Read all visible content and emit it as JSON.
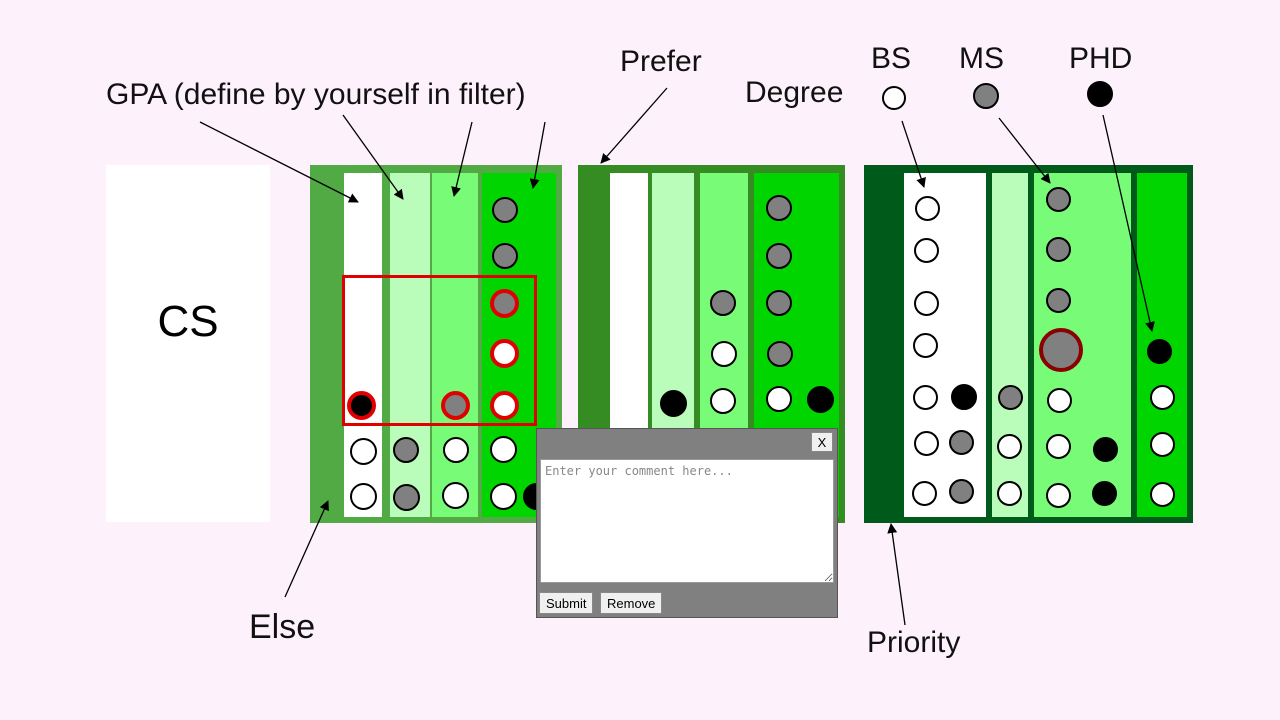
{
  "labels": {
    "gpa": "GPA  (define by yourself in filter)",
    "prefer": "Prefer",
    "degree": "Degree",
    "bs": "BS",
    "ms": "MS",
    "phd": "PHD",
    "else": "Else",
    "priority": "Priority",
    "cs": "CS"
  },
  "popup": {
    "close_label": "X",
    "placeholder": "Enter your comment here...",
    "submit_label": "Submit",
    "remove_label": "Remove"
  },
  "colors": {
    "background": "#fdf2fc",
    "else_panel": "#52aa45",
    "prefer_panel": "#358c22",
    "priority_panel": "#005a1a",
    "gpa_col_1": "#ffffff",
    "gpa_col_2": "#bafcba",
    "gpa_col_3": "#78fc78",
    "gpa_col_4": "#00d500",
    "highlight": "#e00000",
    "popup_bg": "#808080"
  },
  "legend": [
    {
      "degree": "BS",
      "color": "#ffffff"
    },
    {
      "degree": "MS",
      "color": "#808080"
    },
    {
      "degree": "PHD",
      "color": "#000000"
    }
  ]
}
